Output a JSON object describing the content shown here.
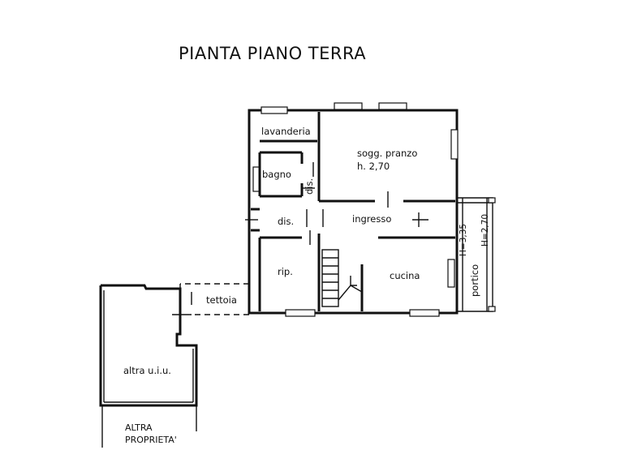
{
  "title": "PIANTA PIANO TERRA",
  "rooms": {
    "lavanderia": "lavanderia",
    "soggiorno": "sogg. pranzo",
    "soggiorno_height": "h. 2,70",
    "bagno": "bagno",
    "dis_vertical": "dis.",
    "dis": "dis.",
    "ingresso": "ingresso",
    "ripostiglio": "rip.",
    "cucina": "cucina",
    "tettoia": "tettoia",
    "portico": "portico",
    "portico_h1": "H=3,35",
    "portico_h2": "H=2,70"
  },
  "other_units": {
    "altra_uiu": "altra u.i.u.",
    "altra_proprieta_line1": "ALTRA",
    "altra_proprieta_line2": "PROPRIETA'"
  }
}
